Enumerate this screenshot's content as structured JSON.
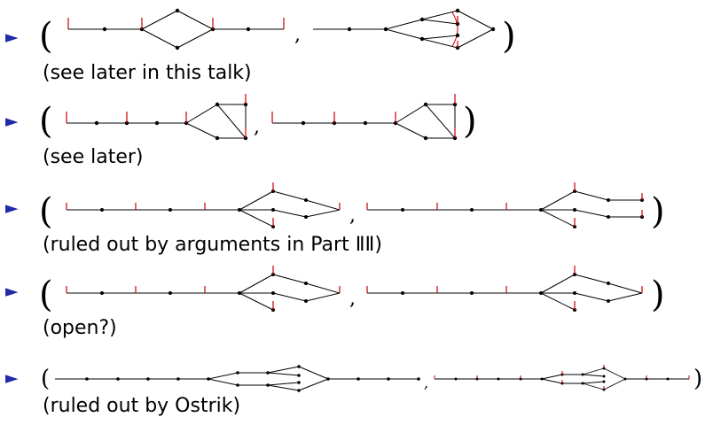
{
  "bullet_glyph": "►",
  "bullet_color": "#1f2aa6",
  "marker_color": "#cc0000",
  "items": [
    {
      "caption": "(see later in this talk)"
    },
    {
      "caption": "(see later)"
    },
    {
      "caption": "(ruled out by arguments in Part ⅡⅡ)"
    },
    {
      "caption": "(open?)"
    },
    {
      "caption": "(ruled out by Ostrik)"
    }
  ]
}
